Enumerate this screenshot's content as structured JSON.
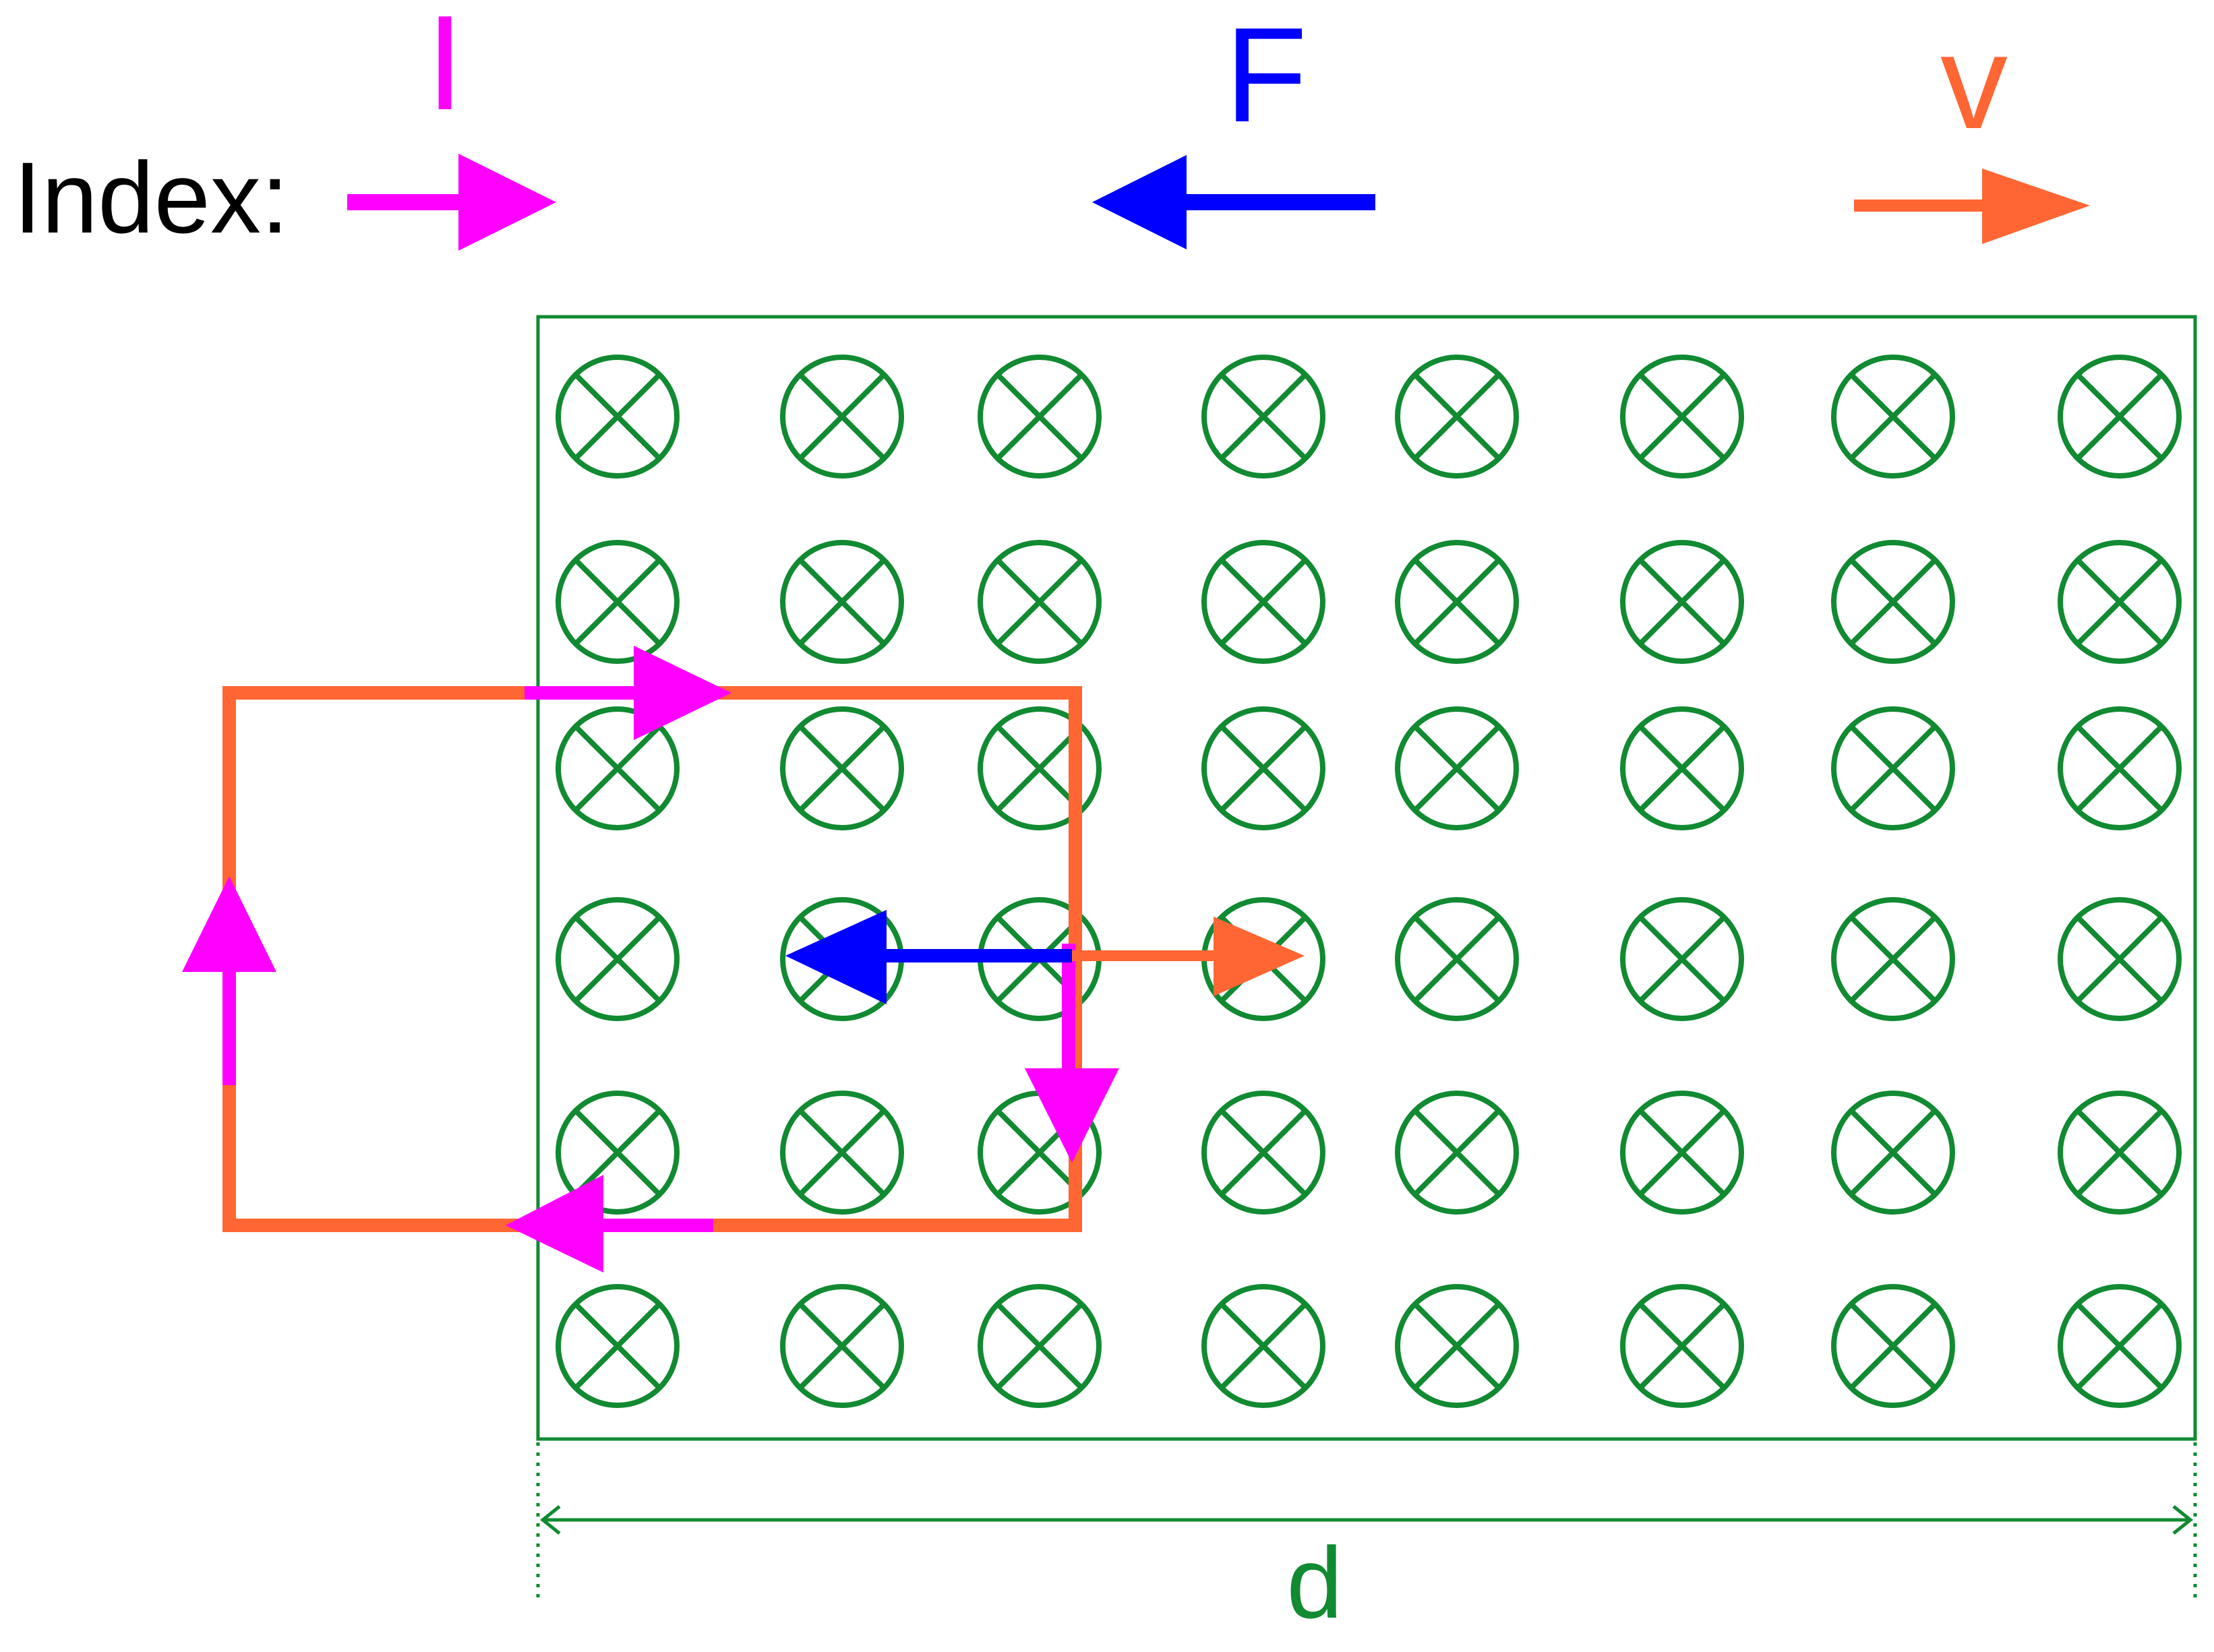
{
  "legend": {
    "title": "Index:",
    "current": {
      "label": "I",
      "color": "#ff00ff"
    },
    "force": {
      "label": "F",
      "color": "#0000ff"
    },
    "velocity": {
      "label": "v",
      "color": "#ff6633"
    }
  },
  "field": {
    "color": "#118a32",
    "symbol": "cross-in-circle-icon",
    "rows": 6,
    "columns": 8
  },
  "loop": {
    "color": "#ff6633"
  },
  "dimension": {
    "label": "d",
    "color": "#118a32"
  }
}
